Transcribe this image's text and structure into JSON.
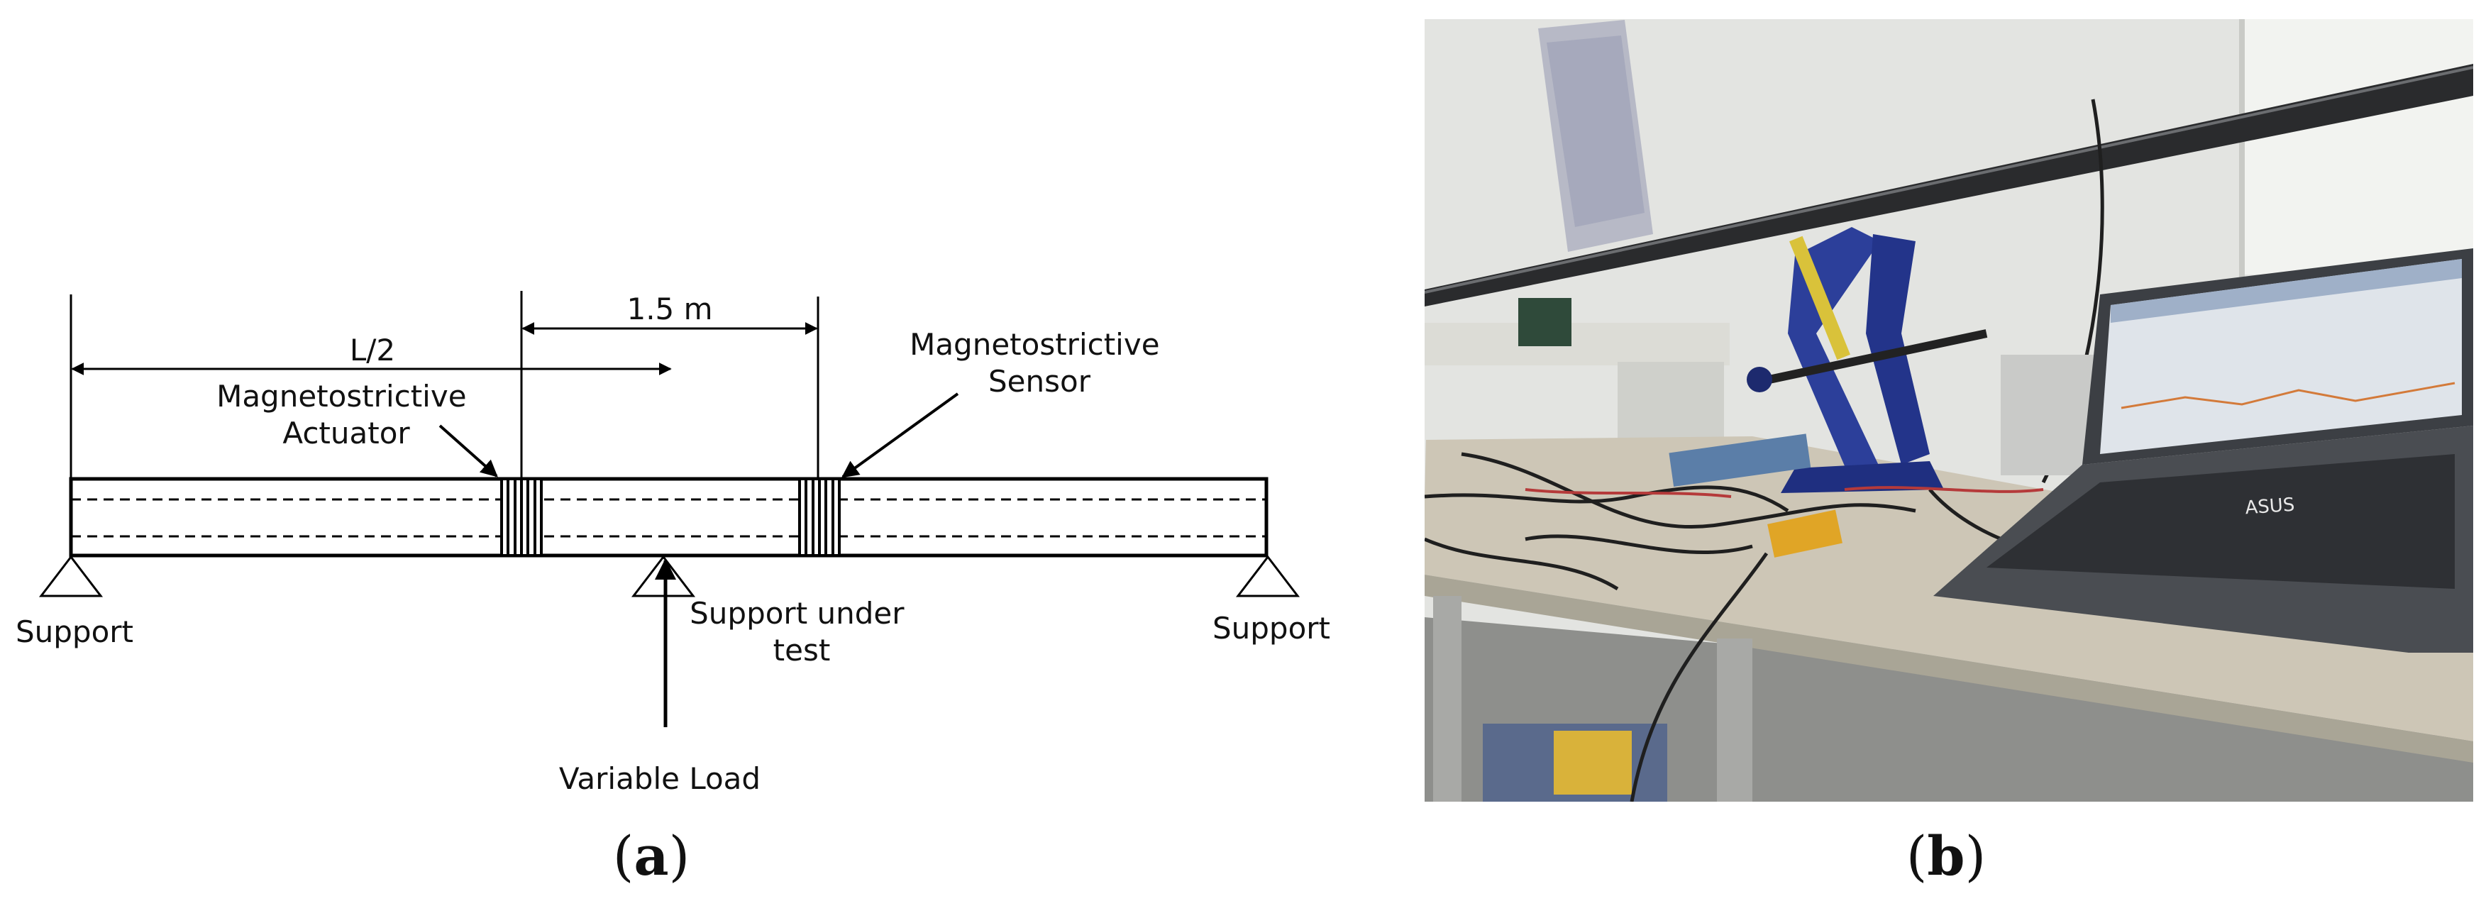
{
  "panel_a": {
    "labels": {
      "dim_half_length": "L/2",
      "dim_distance": "1.5 m",
      "actuator": [
        "Magnetostrictive",
        "Actuator"
      ],
      "sensor": [
        "Magnetostrictive",
        "Sensor"
      ],
      "support_left": "Support",
      "support_right": "Support",
      "support_test": [
        "Support under",
        "test"
      ],
      "variable_load": "Variable Load"
    },
    "caption": {
      "open": "(",
      "letter": "a",
      "close": ")"
    }
  },
  "panel_b": {
    "photo_brand_text": "ASUS",
    "caption": {
      "open": "(",
      "letter": "b",
      "close": ")"
    }
  },
  "colors": {
    "wall": "#e3e4e1",
    "window": "#f2f3f0",
    "pipe": "#2a2b2d",
    "jack": "#2c3f9a",
    "desk": "#cdc6b6",
    "laptop": "#3c3f44",
    "screen": "#dfe4ea",
    "floor": "#8e8f8c"
  }
}
